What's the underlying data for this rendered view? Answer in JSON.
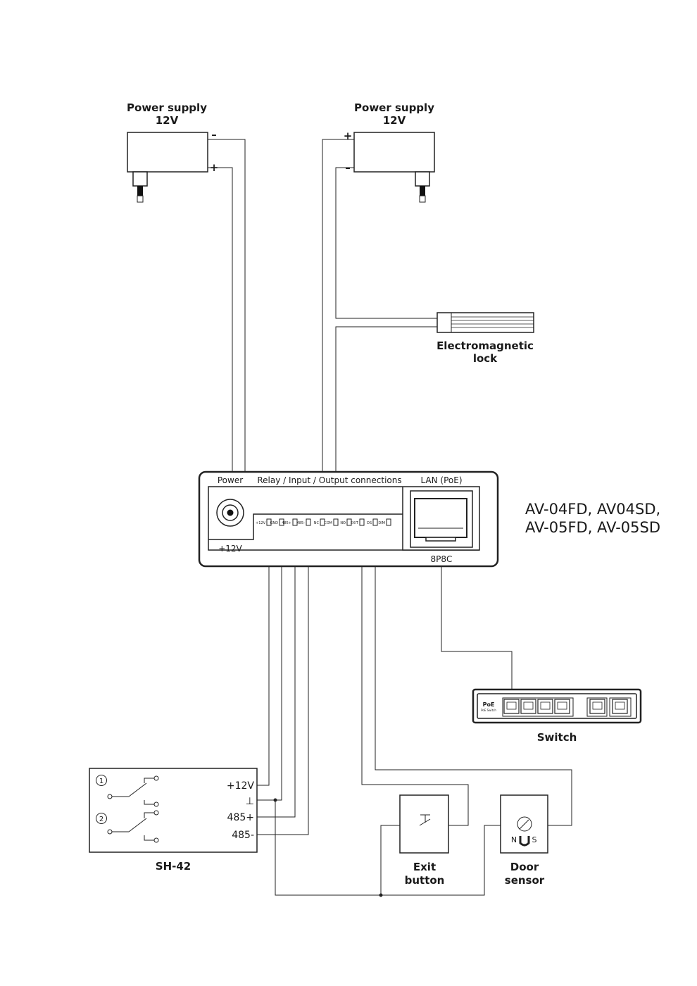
{
  "power_supply_left": {
    "title_line1": "Power supply",
    "title_line2": "12V",
    "minus": "–",
    "plus": "+"
  },
  "power_supply_right": {
    "title_line1": "Power supply",
    "title_line2": "12V",
    "plus": "+",
    "minus": "–"
  },
  "lock": {
    "line1": "Electromagnetic",
    "line2": "lock"
  },
  "panel": {
    "power_label": "Power",
    "relay_label": "Relay / Input / Output connections",
    "lan_label": "LAN (PoE)",
    "dc_label": "+12V",
    "connector_label": "8P8C",
    "terminals": [
      "+12V",
      "GND",
      "485+",
      "485-",
      "NC",
      "COM",
      "NO",
      "EXIT",
      "DS",
      "DIM"
    ]
  },
  "model": {
    "line1": "AV-04FD, AV04SD,",
    "line2": "AV-05FD, AV-05SD"
  },
  "switch": {
    "label": "Switch",
    "badge_title": "PoE",
    "badge_sub": "PoE Switch"
  },
  "sh42": {
    "label": "SH-42",
    "relay1": "1",
    "relay2": "2",
    "terminals": [
      "+12V",
      "⊥",
      "485+",
      "485-"
    ]
  },
  "exit_button": {
    "line1": "Exit",
    "line2": "button"
  },
  "door_sensor": {
    "line1": "Door",
    "line2": "sensor",
    "pole_n": "N",
    "pole_s": "S"
  }
}
